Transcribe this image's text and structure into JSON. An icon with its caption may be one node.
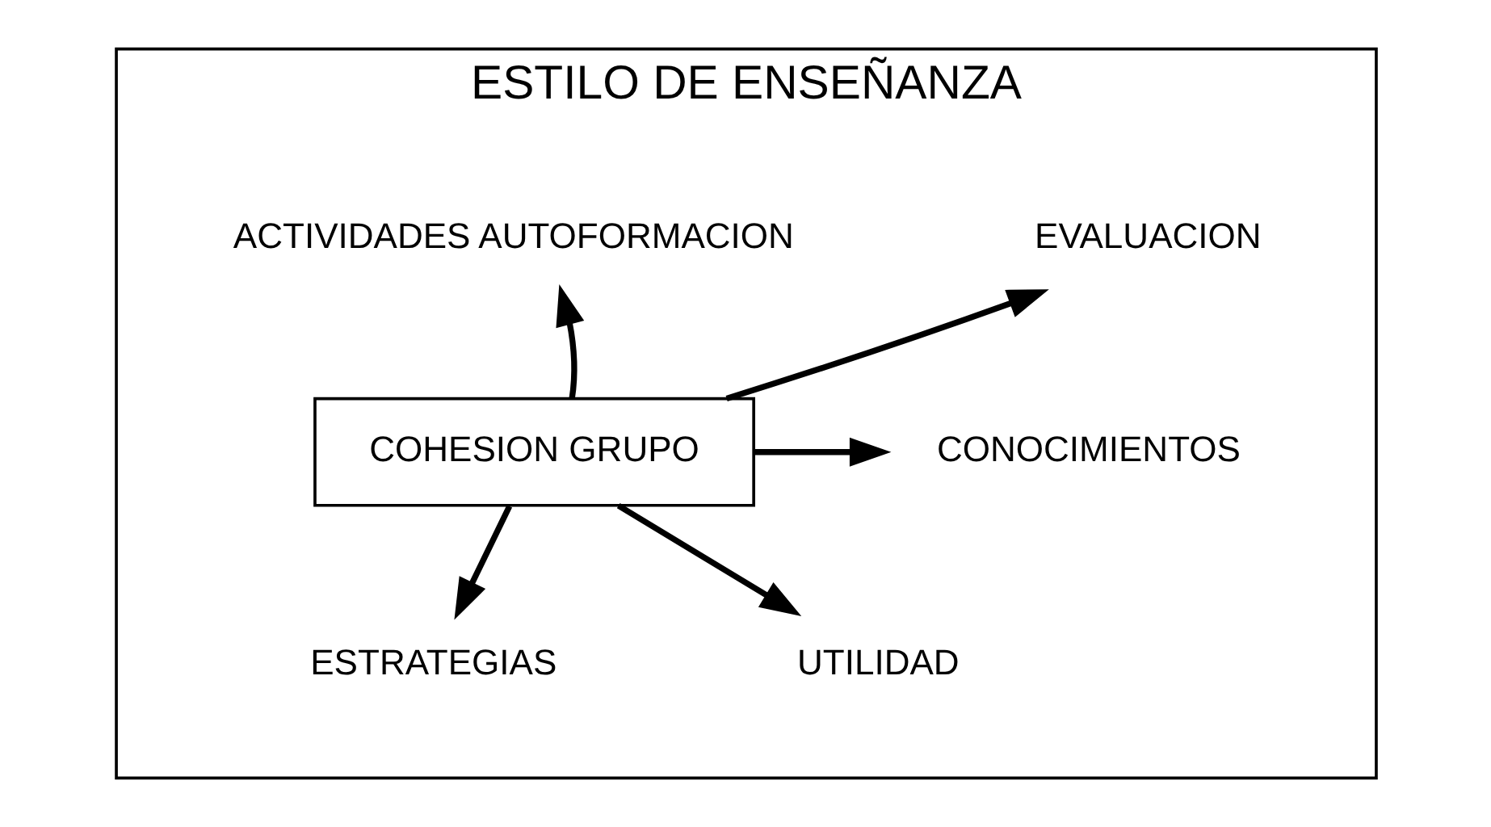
{
  "diagram": {
    "nodes": [
      {
        "text": [
          "ESTILO DE ENSEÑANZA"
        ]
      },
      {
        "text": [
          "EVALUACION"
        ],
        "in": 0
      },
      {
        "text": [
          "ACTIVIDADES AUTOFORMACION"
        ],
        "in": 0
      },
      {
        "text": [
          "COHESION GRUPO"
        ],
        "in": 0
      },
      {
        "text": [
          "CONOCIMIENTOS"
        ],
        "in": 0
      },
      {
        "text": [
          "ESTRATEGIAS"
        ],
        "in": 0
      },
      {
        "text": [
          "UTILIDAD"
        ],
        "in": 0
      }
    ],
    "edges": [
      {
        "from": 3,
        "to": 1,
        "arrow": "to"
      },
      {
        "from": 3,
        "to": 2,
        "arrow": "to"
      },
      {
        "from": 3,
        "to": 4,
        "arrow": "to"
      },
      {
        "from": 3,
        "to": 5,
        "arrow": "to"
      },
      {
        "from": 3,
        "to": 6,
        "arrow": "to"
      }
    ]
  }
}
